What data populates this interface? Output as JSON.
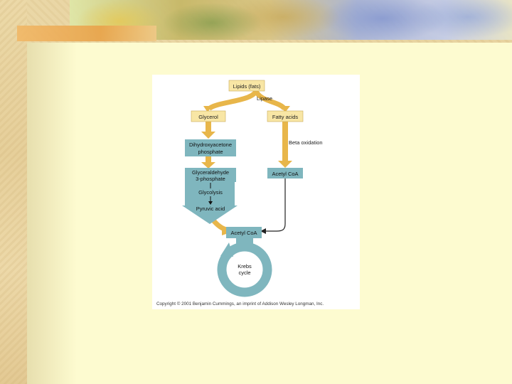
{
  "diagram": {
    "top_box": "Lipids (fats)",
    "lipase_label": "Lipase",
    "glycerol_box": "Glycerol",
    "fatty_acids_box": "Fatty acids",
    "dhap_line1": "Dihydroxyacetone",
    "dhap_line2": "phosphate",
    "beta_label": "Beta oxidation",
    "g3p_line1": "Glyceraldehyde",
    "g3p_line2": "3-phosphate",
    "glycolysis_label": "Glycolysis",
    "pyruvic_label": "Pyruvic acid",
    "acetyl_right_box": "Acetyl CoA",
    "acetyl_bottom_box": "Acetyl CoA",
    "krebs_line1": "Krebs",
    "krebs_line2": "cycle",
    "copyright": "Copyright © 2001 Benjamin Cummings, an imprint of Addison Wesley Longman, Inc."
  },
  "colors": {
    "arrow": "#e8b64a",
    "box_fill": "#f8e6a5",
    "teal": "#7fb6be",
    "background": "#fdfbd0"
  }
}
